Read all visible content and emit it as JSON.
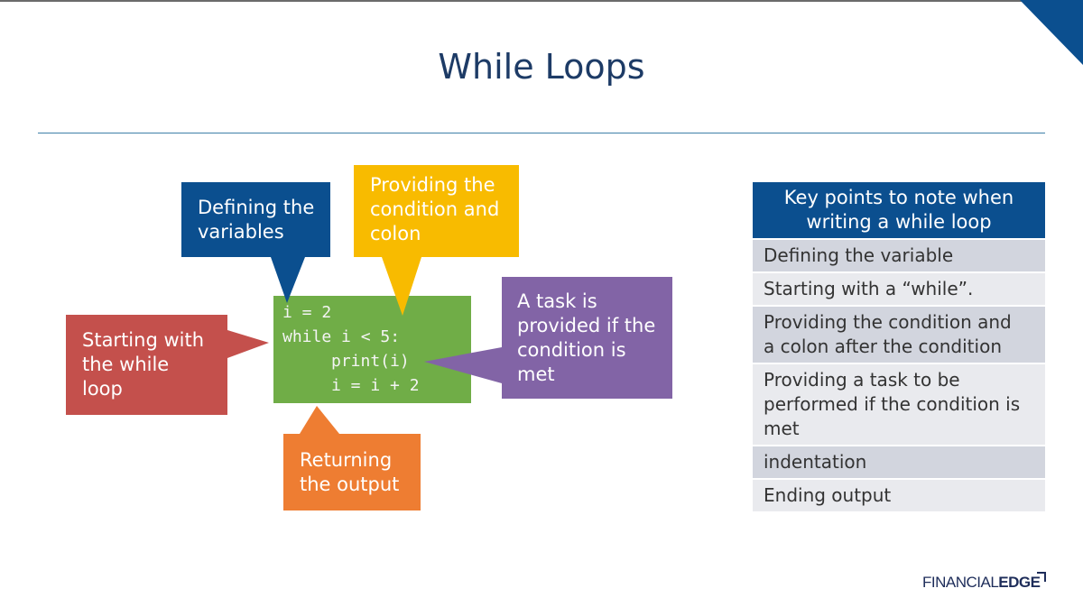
{
  "slide": {
    "title": "While Loops"
  },
  "callouts": {
    "defining": "Defining the variables",
    "providing": "Providing the condition and colon",
    "starting": "Starting with the while loop",
    "task": "A task is provided if the condition is met",
    "returning": "Returning the output"
  },
  "callout_lines": {
    "defining": [
      "Defining the",
      "variables"
    ],
    "providing": [
      "Providing the",
      "condition and",
      "colon"
    ],
    "starting": [
      "Starting with",
      "the while",
      "loop"
    ],
    "task": [
      "A task is",
      "provided if the",
      "condition is",
      "met"
    ],
    "returning": [
      "Returning",
      "the output"
    ]
  },
  "code": {
    "line1": "i = 2",
    "line2": "while i < 5:",
    "line3": "print(i)",
    "line4": "i = i + 2"
  },
  "key_points": {
    "header": "Key points to note when writing a while loop",
    "header_lines": [
      "Key points to note when",
      "writing a while loop"
    ],
    "items": [
      {
        "lines": [
          "Defining the variable"
        ]
      },
      {
        "lines": [
          "Starting with a “while”."
        ]
      },
      {
        "lines": [
          "Providing the condition and",
          "a colon after the condition"
        ]
      },
      {
        "lines": [
          "Providing a task to be",
          "performed if the condition is",
          "met"
        ]
      },
      {
        "lines": [
          "indentation"
        ]
      },
      {
        "lines": [
          "Ending output"
        ]
      }
    ]
  },
  "logo": {
    "part1": "FINANCIAL",
    "part2": "EDGE"
  },
  "colors": {
    "title": "#1d3b66",
    "blue_callout": "#0b4f8f",
    "yellow_callout": "#f8bb00",
    "red_callout": "#c4504c",
    "purple_callout": "#8264a6",
    "orange_callout": "#ee7d32",
    "code_box": "#70ad47",
    "table_header": "#0b4f8f",
    "table_row_odd": "#d2d5de",
    "table_row_even": "#e9eaee"
  }
}
